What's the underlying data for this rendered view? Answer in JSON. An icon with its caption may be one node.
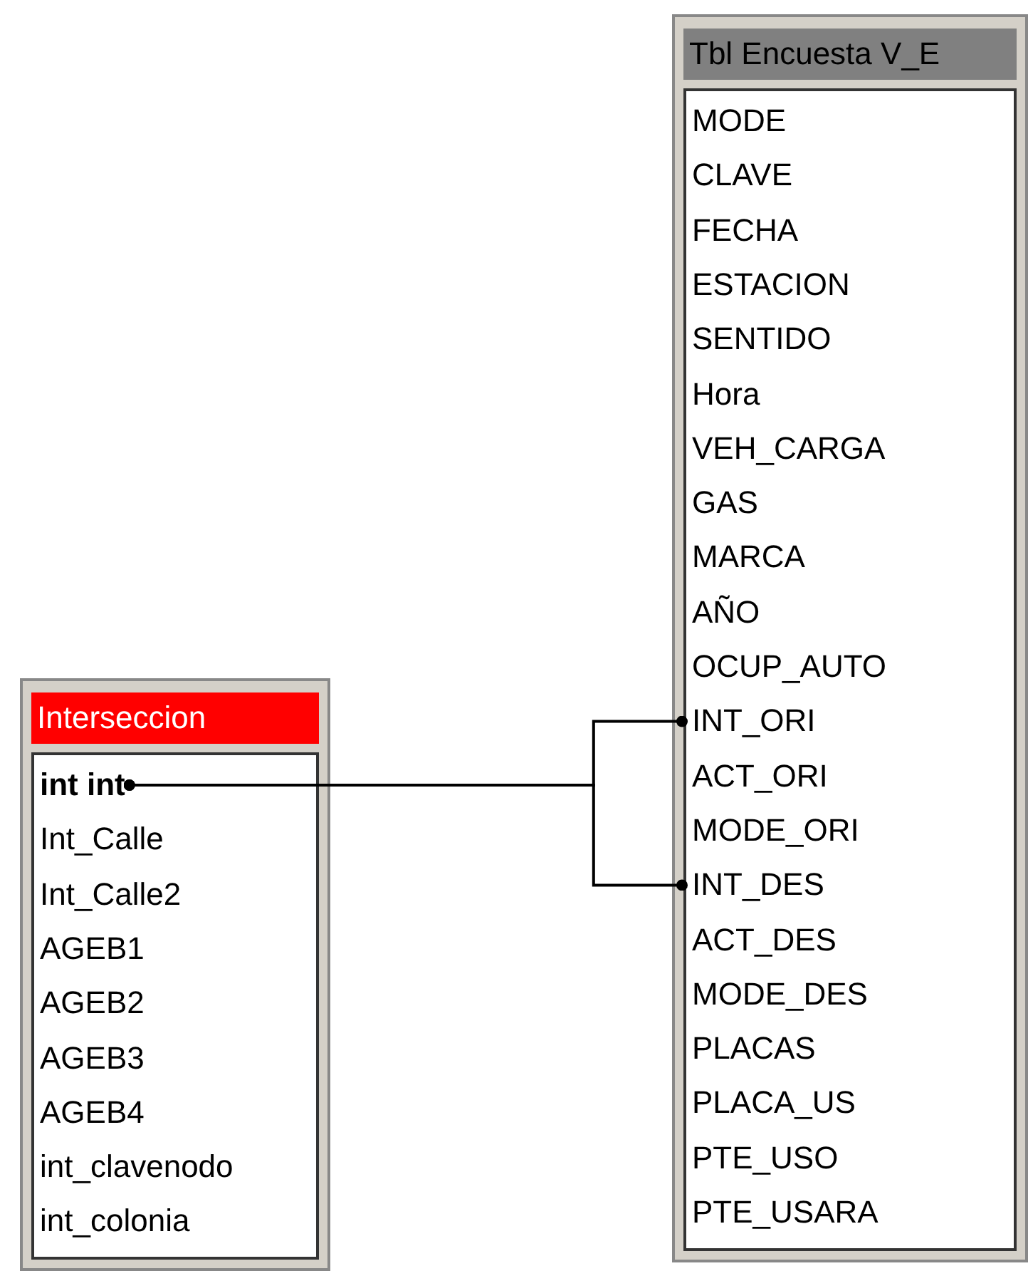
{
  "diagram": {
    "nodes": [
      {
        "text": [
          "Interseccion"
        ]
      },
      {
        "text": [
          "int int"
        ],
        "in": 0
      },
      {
        "text": [
          "Int_Calle"
        ],
        "in": 0
      },
      {
        "text": [
          "Int_Calle2"
        ],
        "in": 0
      },
      {
        "text": [
          "AGEB1"
        ],
        "in": 0
      },
      {
        "text": [
          "AGEB2"
        ],
        "in": 0
      },
      {
        "text": [
          "AGEB3"
        ],
        "in": 0
      },
      {
        "text": [
          "AGEB4"
        ],
        "in": 0
      },
      {
        "text": [
          "int_clavenodo"
        ],
        "in": 0
      },
      {
        "text": [
          "int_colonia"
        ],
        "in": 0
      },
      {
        "text": [
          "Tbl Encuesta V_E"
        ]
      },
      {
        "text": [
          "MODE"
        ],
        "in": 10
      },
      {
        "text": [
          "CLAVE"
        ],
        "in": 10
      },
      {
        "text": [
          "FECHA"
        ],
        "in": 10
      },
      {
        "text": [
          "ESTACION"
        ],
        "in": 10
      },
      {
        "text": [
          "SENTIDO"
        ],
        "in": 10
      },
      {
        "text": [
          "Hora"
        ],
        "in": 10
      },
      {
        "text": [
          "VEH_CARGA"
        ],
        "in": 10
      },
      {
        "text": [
          "GAS"
        ],
        "in": 10
      },
      {
        "text": [
          "MARCA"
        ],
        "in": 10
      },
      {
        "text": [
          "AÑO"
        ],
        "in": 10
      },
      {
        "text": [
          "OCUP_AUTO"
        ],
        "in": 10
      },
      {
        "text": [
          "INT_ORI"
        ],
        "in": 10
      },
      {
        "text": [
          "ACT_ORI"
        ],
        "in": 10
      },
      {
        "text": [
          "MODE_ORI"
        ],
        "in": 10
      },
      {
        "text": [
          "INT_DES"
        ],
        "in": 10
      },
      {
        "text": [
          "ACT_DES"
        ],
        "in": 10
      },
      {
        "text": [
          "MODE_DES"
        ],
        "in": 10
      },
      {
        "text": [
          "PLACAS"
        ],
        "in": 10
      },
      {
        "text": [
          "PLACA_US"
        ],
        "in": 10
      },
      {
        "text": [
          "PTE_USO"
        ],
        "in": 10
      },
      {
        "text": [
          "PTE_USARA"
        ],
        "in": 10
      }
    ],
    "edges": [
      {
        "from": 1,
        "to": 22,
        "arrow": "other"
      },
      {
        "from": 1,
        "to": 25,
        "arrow": "other"
      }
    ]
  }
}
